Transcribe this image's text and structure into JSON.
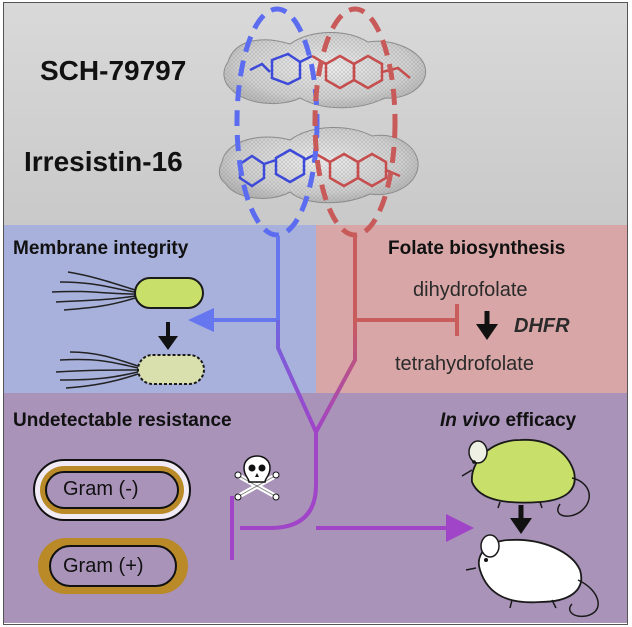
{
  "compounds": {
    "first": "SCH-79797",
    "second": "Irresistin-16"
  },
  "panels": {
    "membrane": {
      "title": "Membrane integrity"
    },
    "folate": {
      "title": "Folate biosynthesis",
      "substrate": "dihydrofolate",
      "enzyme": "DHFR",
      "product": "tetrahydrofolate"
    },
    "resistance": {
      "title": "Undetectable resistance",
      "gram_negative": "Gram (-)",
      "gram_positive": "Gram (+)"
    },
    "efficacy": {
      "title_italic": "In vivo",
      "title_rest": " efficacy"
    }
  },
  "colors": {
    "membrane_accent": "#6676ee",
    "folate_accent": "#c95c5c",
    "combined_accent": "#a044c8",
    "bacterium_healthy": "#c8df6a",
    "bacterium_damaged": "#d9dfad",
    "gram_positive_wall": "#b98a27",
    "gram_negative_outer": "#b98a27"
  },
  "icons": [
    "skull-crossbones-icon",
    "sick-mouse-icon",
    "healthy-mouse-icon",
    "bacterium-icon"
  ]
}
